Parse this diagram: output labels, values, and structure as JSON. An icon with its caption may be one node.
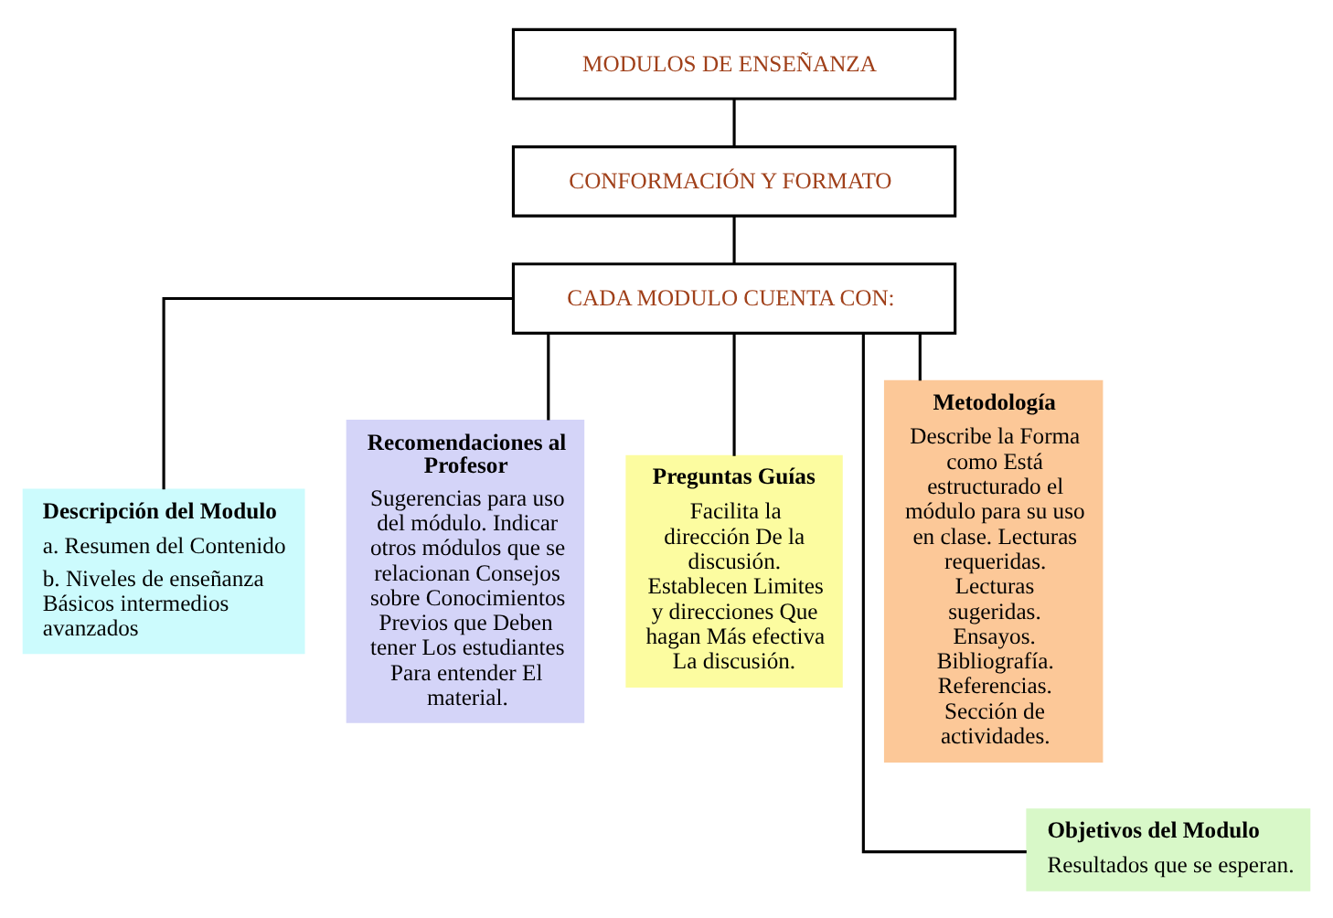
{
  "diagram": {
    "nodes": [
      {
        "text": [
          "MODULOS DE ENSEÑANZA"
        ]
      },
      {
        "text": [
          "CONFORMACIÓN Y FORMATO"
        ]
      },
      {
        "text": [
          "CADA MODULO CUENTA CON:"
        ]
      },
      {
        "text": [
          "Descripción del Modulo",
          "a. Resumen del Contenido",
          "b. Niveles de enseñanza Básicos intermedios avanzados"
        ]
      },
      {
        "text": [
          "Recomendaciones al Profesor",
          "Sugerencias para uso del módulo. Indicar otros módulos que se relacionan Consejos sobre Conocimientos Previos que Deben tener Los estudiantes Para entender El material."
        ]
      },
      {
        "text": [
          "Preguntas Guías",
          "Facilita la dirección De la discusión. Establecen Limites y direcciones Que hagan Más efectiva La discusión."
        ]
      },
      {
        "text": [
          "Metodología",
          "Describe la Forma como Está estructurado el módulo para su uso en clase. Lecturas requeridas. Lecturas sugeridas. Ensayos. Bibliografía. Referencias. Sección de actividades."
        ]
      },
      {
        "text": [
          "Objetivos del Modulo",
          "Resultados que se esperan."
        ]
      }
    ],
    "edges": [
      {
        "from": 0,
        "to": 1,
        "arrow": "none"
      },
      {
        "from": 1,
        "to": 2,
        "arrow": "none"
      },
      {
        "from": 2,
        "to": 3,
        "arrow": "none"
      },
      {
        "from": 2,
        "to": 7,
        "arrow": "none"
      },
      {
        "from": 2,
        "to": 4,
        "arrow": "none"
      },
      {
        "from": 2,
        "to": 5,
        "arrow": "none"
      },
      {
        "from": 2,
        "to": 6,
        "arrow": "none"
      }
    ]
  }
}
